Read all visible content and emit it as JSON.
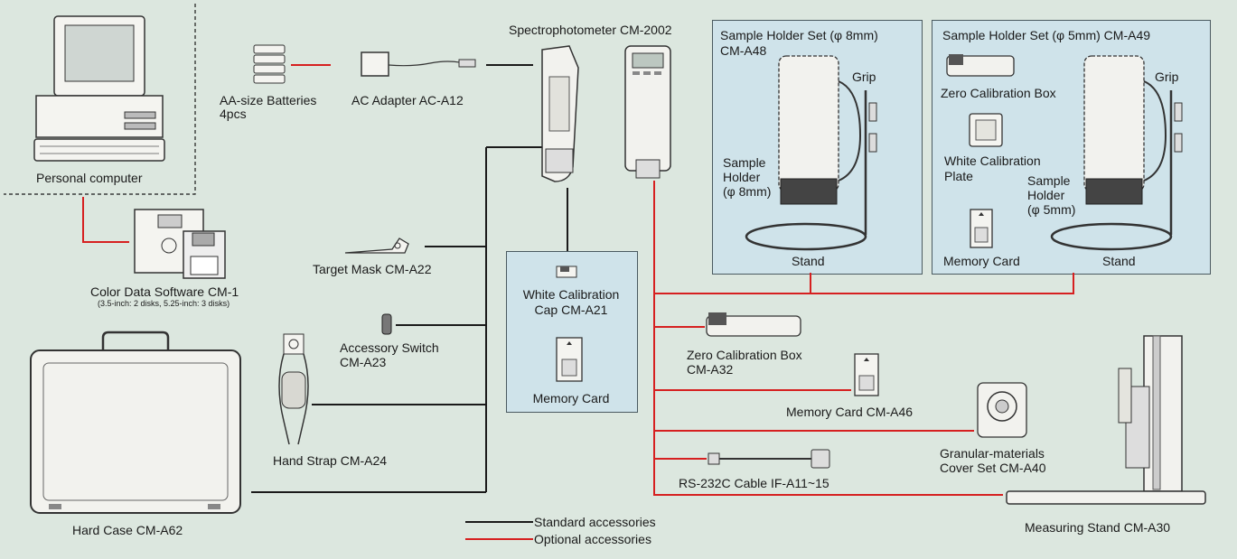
{
  "colors": {
    "standard": "#1a1a1a",
    "optional": "#d62020",
    "panel": "#cfe3ea",
    "background": "#dce7df"
  },
  "pc": {
    "label": "Personal computer"
  },
  "software": {
    "label": "Color Data Software CM-1",
    "note": "(3.5-inch: 2 disks, 5.25-inch: 3 disks)"
  },
  "case": {
    "label": "Hard Case CM-A62"
  },
  "batteries": {
    "label_line1": "AA-size Batteries",
    "label_line2": "4pcs"
  },
  "adapter": {
    "label": "AC Adapter AC-A12"
  },
  "target_mask": {
    "label": "Target Mask CM-A22"
  },
  "switch": {
    "label_line1": "Accessory Switch",
    "label_line2": "CM-A23"
  },
  "strap": {
    "label": "Hand Strap CM-A24"
  },
  "device": {
    "label": "Spectrophotometer CM-2002"
  },
  "std_box": {
    "cap_line1": "White Calibration",
    "cap_line2": "Cap CM-A21",
    "card": "Memory Card"
  },
  "holder8": {
    "title_line1": "Sample Holder Set (φ 8mm)",
    "title_line2": "CM-A48",
    "grip": "Grip",
    "holder_line1": "Sample",
    "holder_line2": "Holder",
    "holder_line3": "(φ 8mm)",
    "stand": "Stand"
  },
  "holder5": {
    "title": "Sample Holder Set (φ 5mm) CM-A49",
    "zero_box": "Zero Calibration Box",
    "grip": "Grip",
    "plate_line1": "White Calibration",
    "plate_line2": "Plate",
    "holder_line1": "Sample",
    "holder_line2": "Holder",
    "holder_line3": "(φ 5mm)",
    "card": "Memory Card",
    "stand": "Stand"
  },
  "zero_box": {
    "label_line1": "Zero Calibration Box",
    "label_line2": "CM-A32"
  },
  "mem_card": {
    "label": "Memory Card CM-A46"
  },
  "cable": {
    "label": "RS-232C Cable IF-A11~15"
  },
  "granular": {
    "label_line1": "Granular-materials",
    "label_line2": "Cover Set CM-A40"
  },
  "stand30": {
    "label": "Measuring Stand CM-A30"
  },
  "legend": {
    "standard": "Standard accessories",
    "optional": "Optional accessories"
  },
  "icons": [
    "computer-icon",
    "floppy-disk-icon",
    "briefcase-icon",
    "battery-icon",
    "ac-adapter-icon",
    "spectrophotometer-icon",
    "target-mask-icon",
    "switch-icon",
    "hand-strap-icon",
    "calibration-cap-icon",
    "memory-card-icon",
    "sample-holder-icon",
    "zero-box-icon",
    "cable-icon",
    "granular-cover-icon",
    "measuring-stand-icon"
  ]
}
